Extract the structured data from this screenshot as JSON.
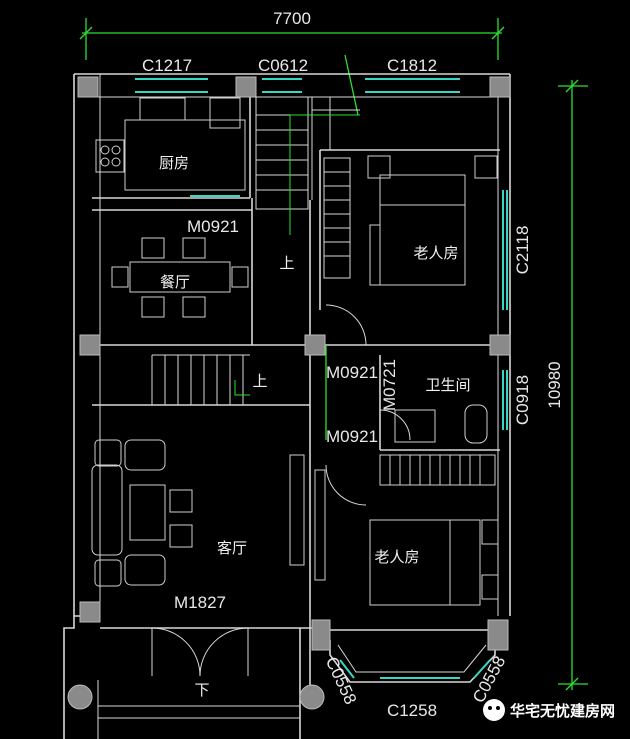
{
  "dimensions": {
    "width_label": "7700",
    "height_label": "10980"
  },
  "windows": {
    "c1217": "C1217",
    "c0612": "C0612",
    "c1812": "C1812",
    "c2118": "C2118",
    "c0918": "C0918",
    "c0558_left": "C0558",
    "c0558_right": "C0558",
    "c1258": "C1258"
  },
  "doors": {
    "m0921_dining": "M0921",
    "m0921_upper": "M0921",
    "m0921_lower": "M0921",
    "m0721": "M0721",
    "m1827": "M1827"
  },
  "rooms": {
    "kitchen": "厨房",
    "dining": "餐厅",
    "elder_room_upper": "老人房",
    "bathroom": "卫生间",
    "living": "客厅",
    "elder_room_lower": "老人房"
  },
  "stair_marks": {
    "up_1": "上",
    "up_2": "上",
    "down": "下"
  },
  "watermark": {
    "text": "华宅无忧建房网"
  },
  "colors": {
    "wall": "#d8d8d8",
    "dimension": "#2ee02e",
    "window": "#36d7c6",
    "furniture": "#cfcfcf"
  }
}
